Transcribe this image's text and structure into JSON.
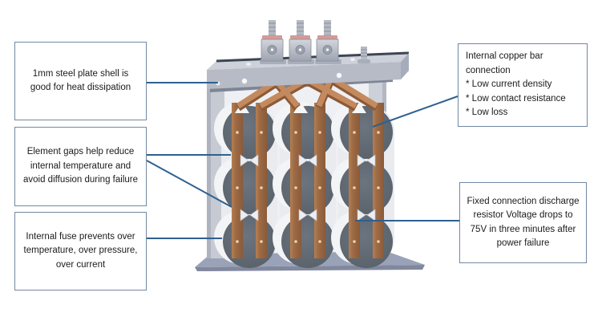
{
  "palette": {
    "leader_line": "#2e6090",
    "box_border": "#7288a2",
    "text": "#1b1b1b",
    "copper_bar": "#9e6b45",
    "copper_bar_light": "#c08256",
    "element_face": "#5f6670",
    "steel_light": "#c9cdd5",
    "steel_beam_front": "#b6bbc6",
    "base_plate": "#9aa2b8",
    "cylinder_light": "#f1f2f5"
  },
  "device": {
    "parts": [
      "bushing-terminal",
      "ground-stud",
      "top-steel-beam",
      "side-post",
      "copper-fan-bar",
      "copper-strap",
      "capacitor-element",
      "element-connector",
      "base-plate"
    ],
    "columns": 3,
    "elements_per_column": 3
  },
  "callouts": {
    "steel_shell": {
      "text": "1mm steel plate shell is good for heat dissipation"
    },
    "element_gaps": {
      "text": "Element gaps help reduce internal temperature and avoid diffusion during failure"
    },
    "internal_fuse": {
      "text": "Internal fuse prevents over temperature, over pressure, over current"
    },
    "copper_bar": {
      "title": "Internal copper bar connection",
      "bullets": [
        "* Low current density",
        "* Low contact resistance",
        "* Low loss"
      ]
    },
    "discharge_resistor": {
      "text": "Fixed connection discharge resistor Voltage drops to 75V in three minutes after power failure"
    }
  }
}
